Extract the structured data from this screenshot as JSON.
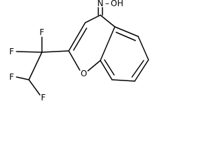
{
  "structure": {
    "atoms": {
      "fluorine_1": "F",
      "fluorine_2": "F",
      "fluorine_3": "F",
      "fluorine_4": "F",
      "ring_oxygen": "O",
      "oxime_group": "N",
      "oxime_separator": "–",
      "oxime_hydroxyl": "OH"
    }
  }
}
